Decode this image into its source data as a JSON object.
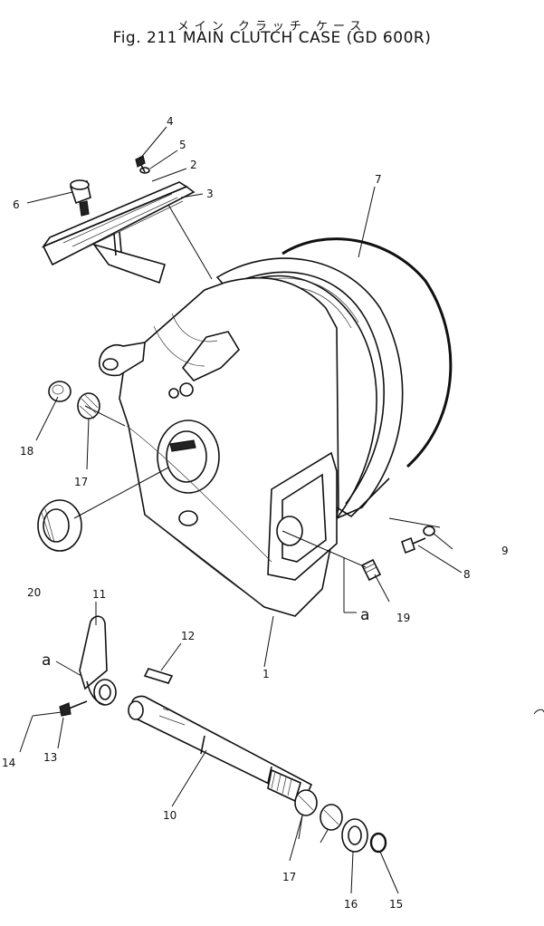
{
  "title": {
    "japanese": "メイン クラッチ ケース",
    "english": "Fig. 211 MAIN CLUTCH CASE (GD 600R)"
  },
  "callouts": [
    {
      "id": "c1",
      "label": "1"
    },
    {
      "id": "c2",
      "label": "2"
    },
    {
      "id": "c3",
      "label": "3"
    },
    {
      "id": "c4",
      "label": "4"
    },
    {
      "id": "c5",
      "label": "5"
    },
    {
      "id": "c6",
      "label": "6"
    },
    {
      "id": "c7",
      "label": "7"
    },
    {
      "id": "c8",
      "label": "8"
    },
    {
      "id": "c9",
      "label": "9"
    },
    {
      "id": "c10",
      "label": "10"
    },
    {
      "id": "c11",
      "label": "11"
    },
    {
      "id": "c12",
      "label": "12"
    },
    {
      "id": "c13",
      "label": "13"
    },
    {
      "id": "c14",
      "label": "14"
    },
    {
      "id": "c15",
      "label": "15"
    },
    {
      "id": "c16",
      "label": "16"
    },
    {
      "id": "c17a",
      "label": "17"
    },
    {
      "id": "c17b",
      "label": "17"
    },
    {
      "id": "c18",
      "label": "18"
    },
    {
      "id": "c19",
      "label": "19"
    },
    {
      "id": "c20",
      "label": "20"
    },
    {
      "id": "ca1",
      "label": "a"
    },
    {
      "id": "ca2",
      "label": "a"
    }
  ]
}
